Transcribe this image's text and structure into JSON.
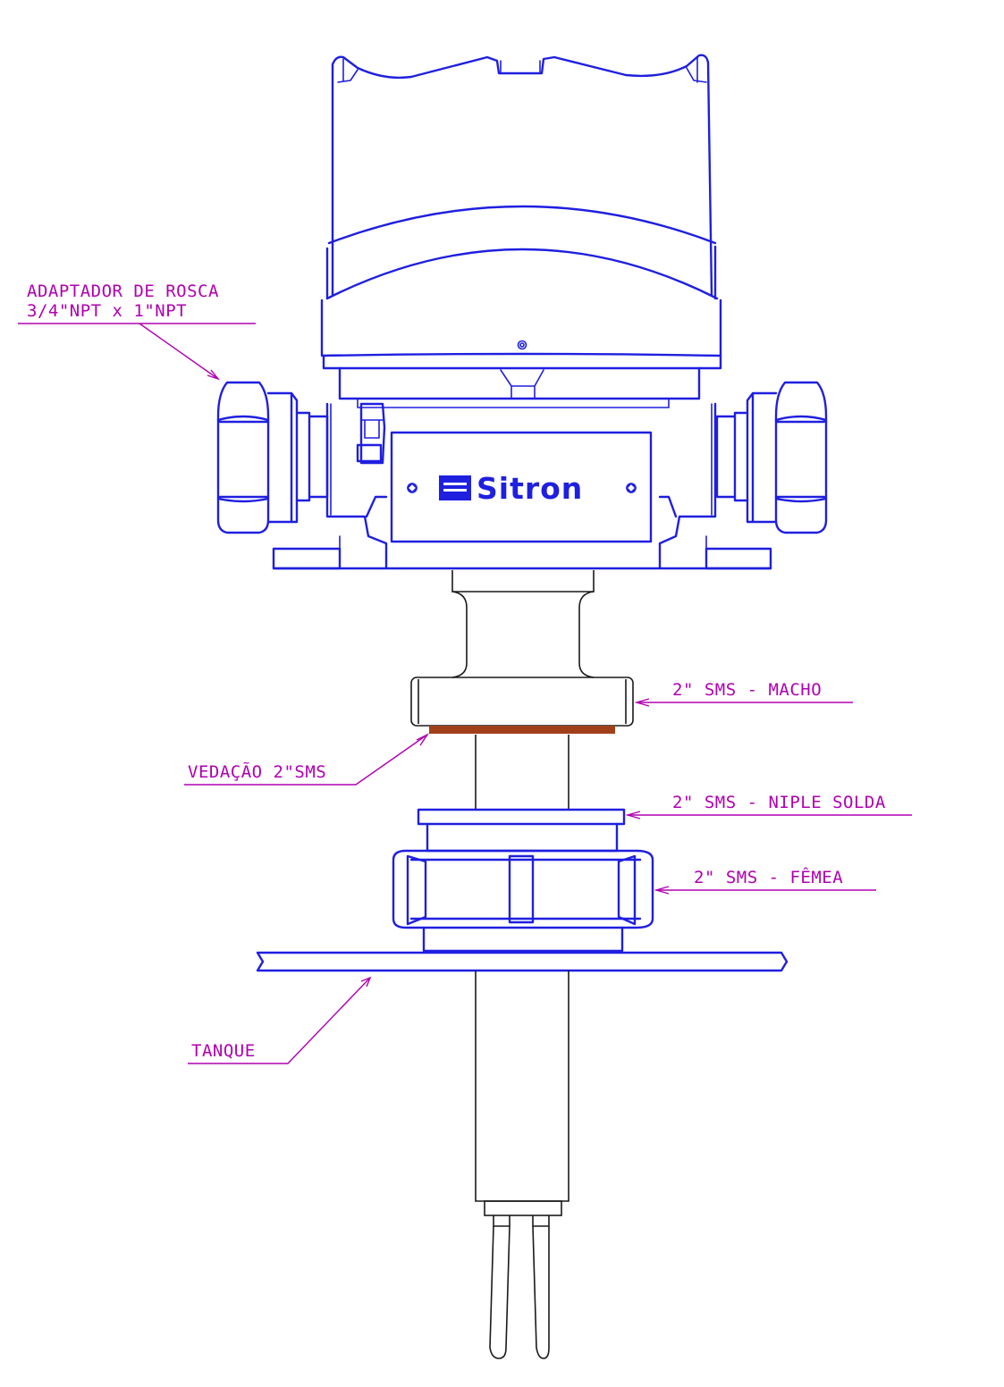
{
  "logo": {
    "brand": "Sitron"
  },
  "callouts": {
    "thread_adapter_line1": "ADAPTADOR DE ROSCA",
    "thread_adapter_line2": "3/4\"NPT x 1\"NPT",
    "male": "2\" SMS - MACHO",
    "seal": "VEDAÇÃO 2\"SMS",
    "weld_nipple": "2\" SMS - NIPLE SOLDA",
    "female": "2\" SMS - FÊMEA",
    "tank": "TANQUE"
  },
  "colors": {
    "drawing": "#1f1fe0",
    "callout": "#b000b0",
    "seal": "#a0401a"
  }
}
